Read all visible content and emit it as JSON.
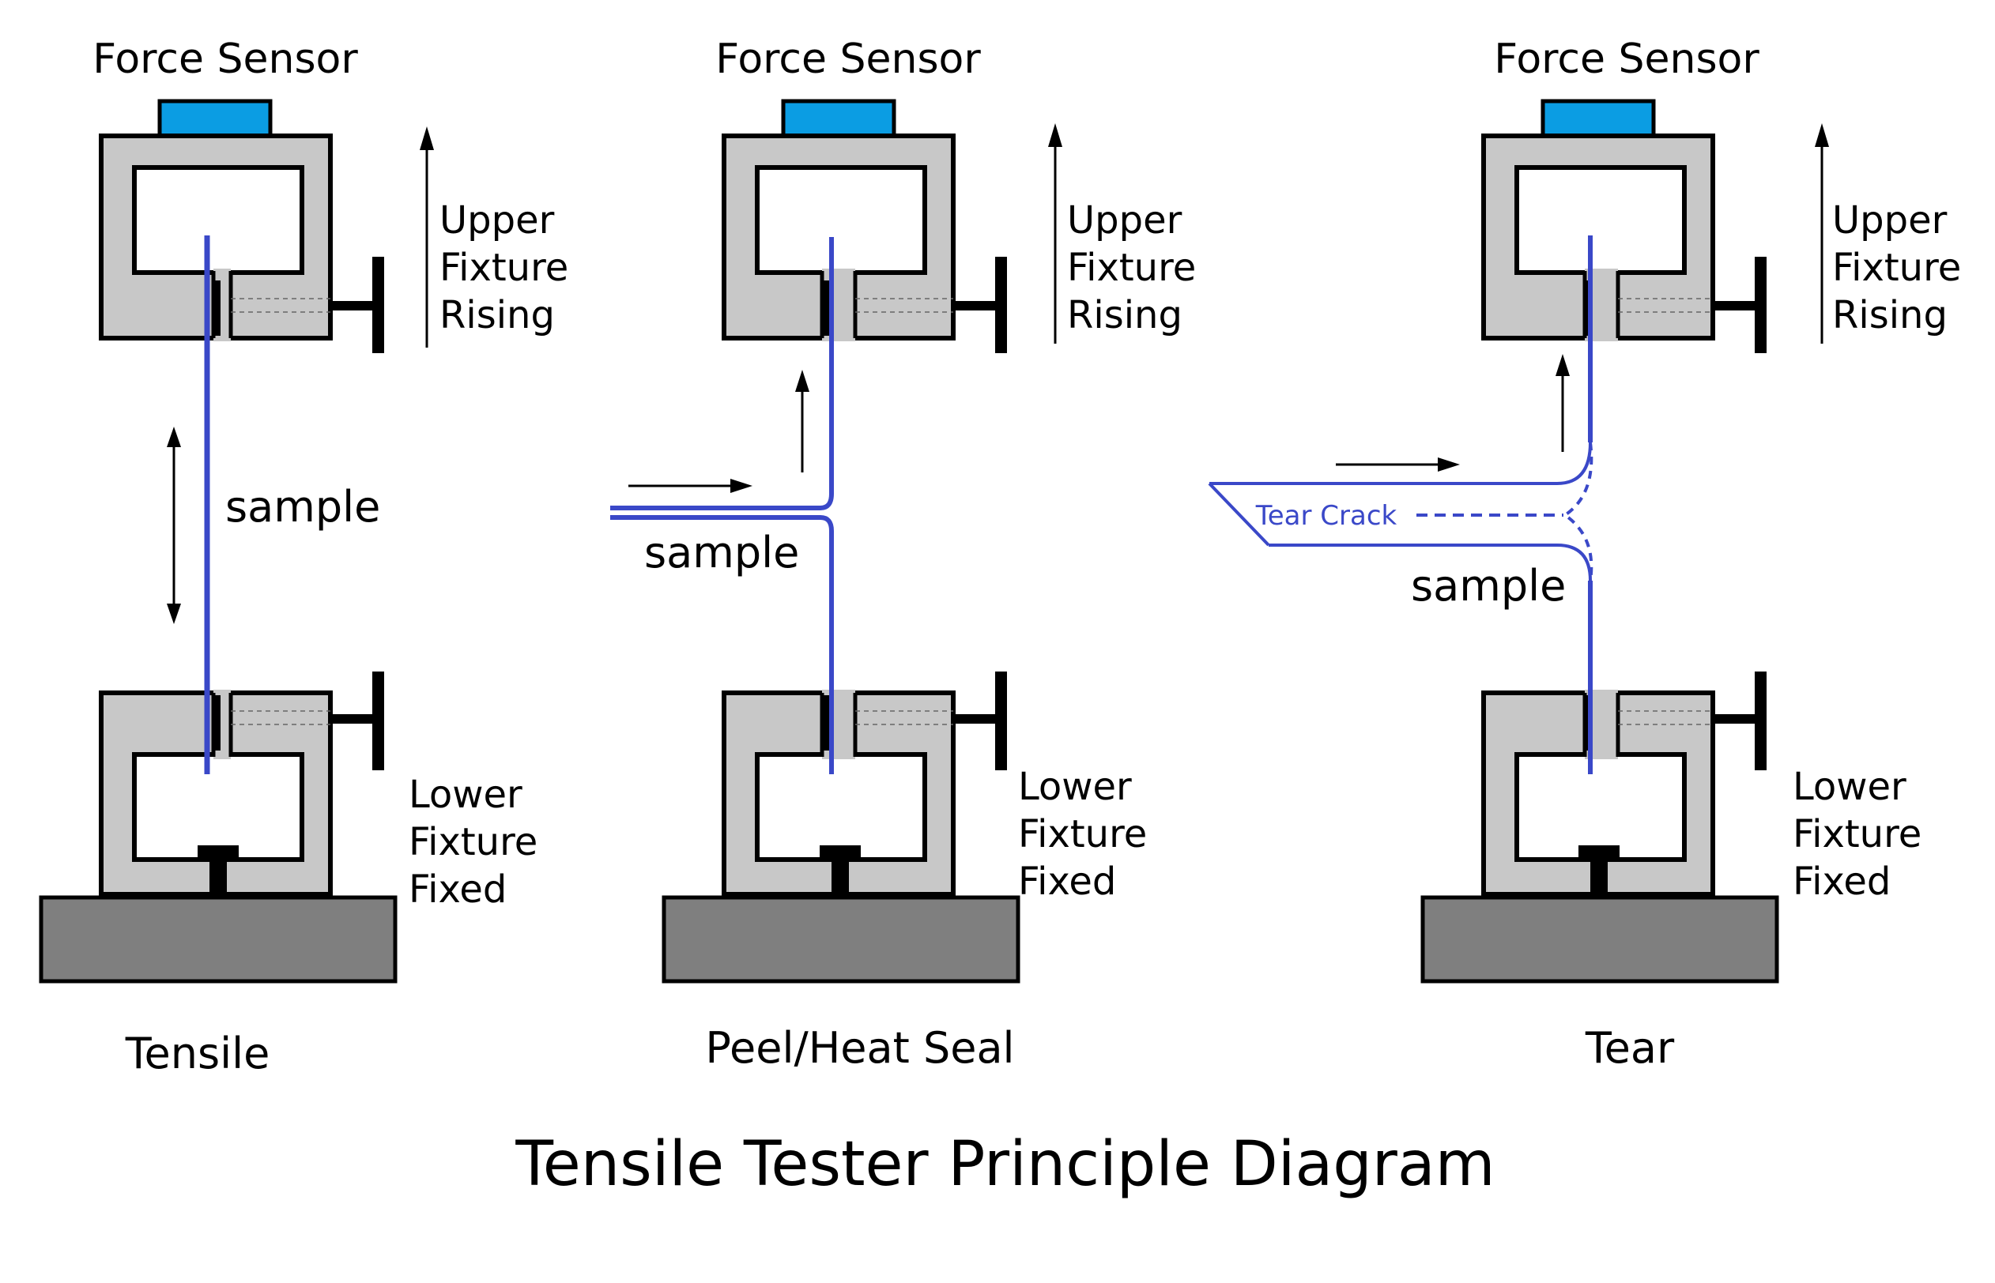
{
  "title": "Tensile Tester Principle Diagram",
  "panels": [
    {
      "name": "Tensile",
      "sensor_label": "Force Sensor",
      "upper_note": [
        "Upper",
        "Fixture",
        "Rising"
      ],
      "lower_note": [
        "Lower",
        "Fixture",
        "Fixed"
      ],
      "sample_label": "sample"
    },
    {
      "name": "Peel/Heat Seal",
      "sensor_label": "Force Sensor",
      "upper_note": [
        "Upper",
        "Fixture",
        "Rising"
      ],
      "lower_note": [
        "Lower",
        "Fixture",
        "Fixed"
      ],
      "sample_label": "sample"
    },
    {
      "name": "Tear",
      "sensor_label": "Force Sensor",
      "upper_note": [
        "Upper",
        "Fixture",
        "Rising"
      ],
      "lower_note": [
        "Lower",
        "Fixture",
        "Fixed"
      ],
      "sample_label": "sample",
      "crack_label": "Tear Crack"
    }
  ],
  "colors": {
    "sensor": "#0b9de3",
    "fixture": "#c8c8c8",
    "base": "#7f7f7f",
    "sample": "#3a48c8"
  }
}
